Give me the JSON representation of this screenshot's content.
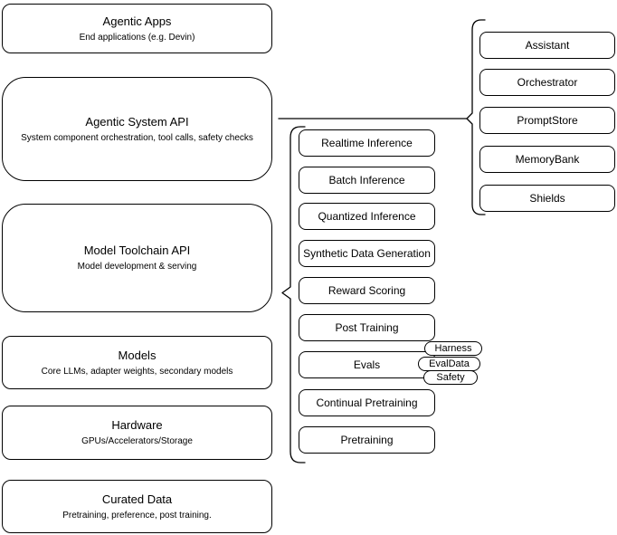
{
  "diagram": {
    "background_color": "#ffffff",
    "node_fill_color": "#ffffff",
    "stroke_color": "#000000",
    "text_color": "#000000",
    "left_column": {
      "items": [
        {
          "title": "Agentic Apps",
          "subtitle": "End applications (e.g. Devin)"
        },
        {
          "title": "Agentic System API",
          "subtitle": "System component orchestration, tool calls, safety checks"
        },
        {
          "title": "Model Toolchain API",
          "subtitle": "Model development & serving"
        },
        {
          "title": "Models",
          "subtitle": "Core LLMs, adapter weights, secondary models"
        },
        {
          "title": "Hardware",
          "subtitle": "GPUs/Accelerators/Storage"
        },
        {
          "title": "Curated Data",
          "subtitle": "Pretraining, preference, post training."
        }
      ]
    },
    "middle_column": {
      "items": [
        {
          "label": "Realtime Inference"
        },
        {
          "label": "Batch Inference"
        },
        {
          "label": "Quantized Inference"
        },
        {
          "label": "Synthetic Data Generation"
        },
        {
          "label": "Reward Scoring"
        },
        {
          "label": "Post Training"
        },
        {
          "label": "Evals"
        },
        {
          "label": "Continual Pretraining"
        },
        {
          "label": "Pretraining"
        }
      ]
    },
    "eval_pills": {
      "items": [
        {
          "label": "Harness"
        },
        {
          "label": "EvalData"
        },
        {
          "label": "Safety"
        }
      ]
    },
    "right_column": {
      "items": [
        {
          "label": "Assistant"
        },
        {
          "label": "Orchestrator"
        },
        {
          "label": "PromptStore"
        },
        {
          "label": "MemoryBank"
        },
        {
          "label": "Shields"
        }
      ]
    },
    "shapes": {
      "middle_bracket": "curly-bracket-left",
      "right_bracket": "curly-bracket-left",
      "connector": "horizontal-line"
    }
  }
}
